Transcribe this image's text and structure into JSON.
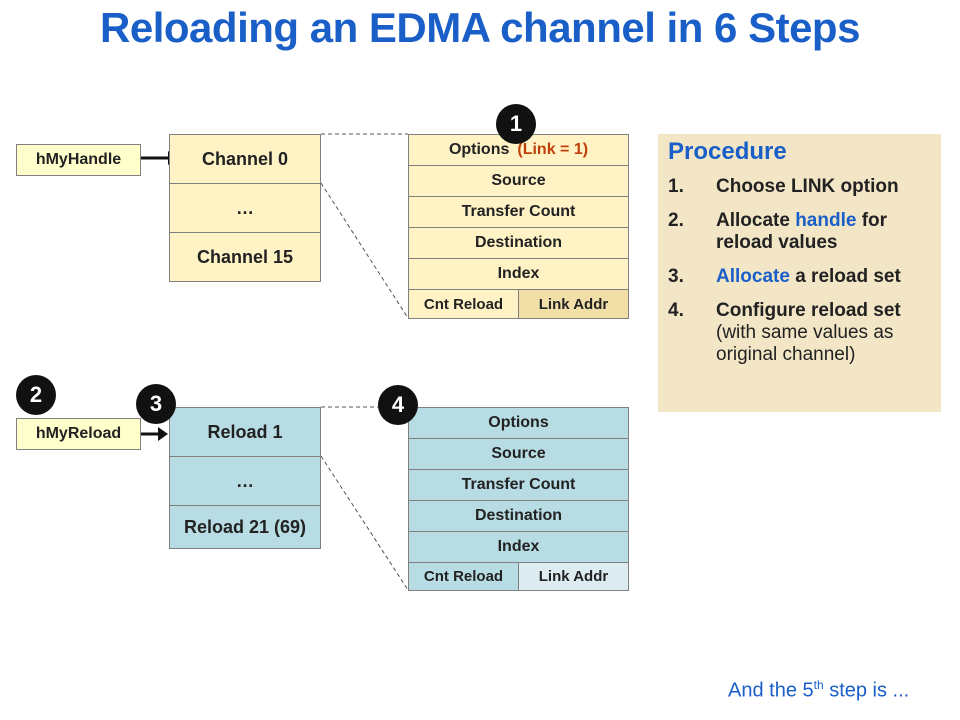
{
  "title": "Reloading an EDMA channel in 6 Steps",
  "handles": {
    "my_handle": "hMyHandle",
    "my_reload": "hMyReload"
  },
  "channels": {
    "first": "Channel 0",
    "ellipsis": "…",
    "last": "Channel 15"
  },
  "reloads": {
    "first": "Reload 1",
    "ellipsis": "…",
    "last": "Reload 21 (69)"
  },
  "top_params": {
    "options": "Options",
    "link_note": "(Link = 1)",
    "source": "Source",
    "transfer_count": "Transfer Count",
    "destination": "Destination",
    "index": "Index",
    "cnt_reload": "Cnt Reload",
    "link_addr": "Link Addr"
  },
  "bottom_params": {
    "options": "Options",
    "source": "Source",
    "transfer_count": "Transfer Count",
    "destination": "Destination",
    "index": "Index",
    "cnt_reload": "Cnt Reload",
    "link_addr": "Link Addr"
  },
  "badges": {
    "b1": "1",
    "b2": "2",
    "b3": "3",
    "b4": "4"
  },
  "procedure": {
    "title": "Procedure",
    "steps": [
      {
        "num": "1.",
        "text": "Choose LINK option"
      },
      {
        "num": "2.",
        "pre": "Allocate ",
        "highlight": "handle",
        "post": " for reload values"
      },
      {
        "num": "3.",
        "highlight": "Allocate",
        "post": " a reload set"
      },
      {
        "num": "4.",
        "text": "Configure reload set",
        "note": "(with same values as original channel)"
      }
    ]
  },
  "footer": {
    "pre": "And the 5",
    "sup": "th",
    "post": " step is ..."
  },
  "colors": {
    "title_blue": "#1a5fc8",
    "channel_fill": "#fff3c6",
    "reload_fill": "#b8dce3",
    "handle_fill": "#ffffcc",
    "link_note": "#c0400a",
    "procedure_fill": "#f2e6c6"
  }
}
